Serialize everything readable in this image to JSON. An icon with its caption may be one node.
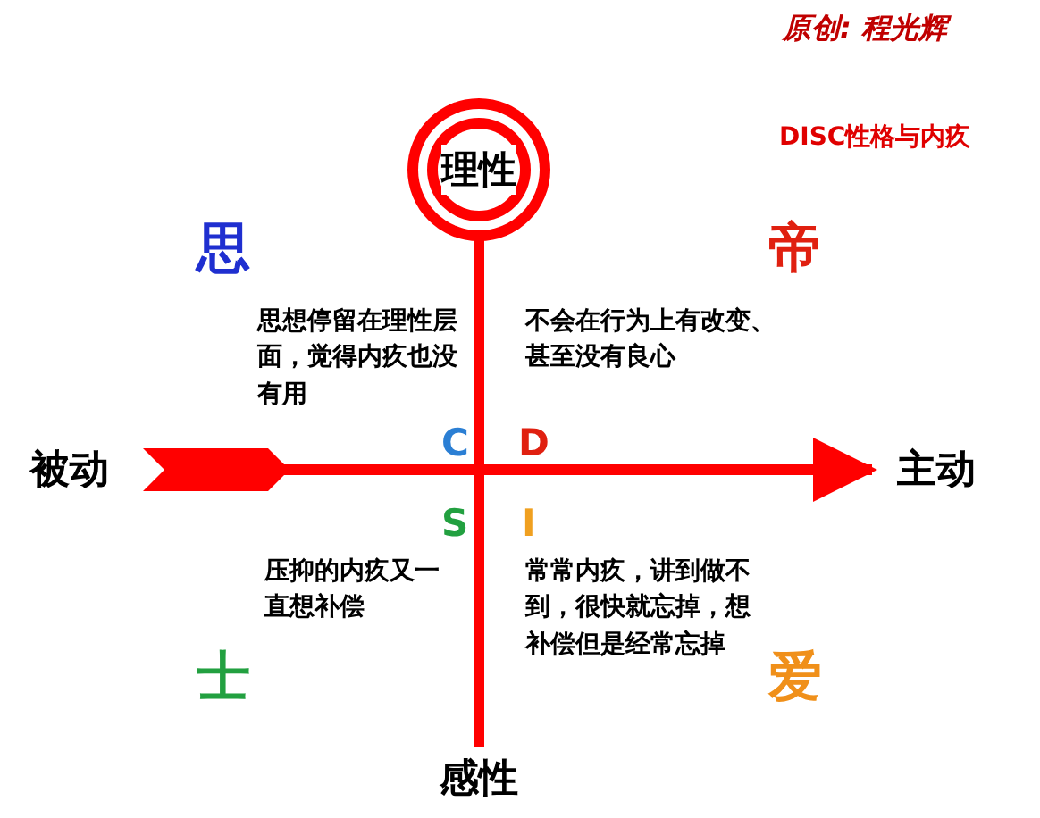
{
  "diagram": {
    "title": "DISC性格与内疚",
    "nodes": [
      {
        "text": [
          "被动"
        ]
      },
      {
        "text": [
          "主动"
        ]
      },
      {
        "text": [
          "理性"
        ]
      },
      {
        "text": [
          "感性"
        ]
      }
    ],
    "edges": [
      {
        "from": 0,
        "to": 1,
        "arrow": "to"
      },
      {
        "from": 2,
        "to": 3,
        "arrow": "none"
      }
    ],
    "labels": [
      "原创: 程光辉",
      "思",
      "帝",
      "思想停留在理性层面，觉得内疚也没有用",
      "不会在行为上有改变、甚至没有良心",
      "C",
      "D",
      "S",
      "I",
      "压抑的内疚又一直想补偿",
      "常常内疚，讲到做不到，很快就忘掉，想补偿但是经常忘掉",
      "士",
      "爱"
    ]
  }
}
